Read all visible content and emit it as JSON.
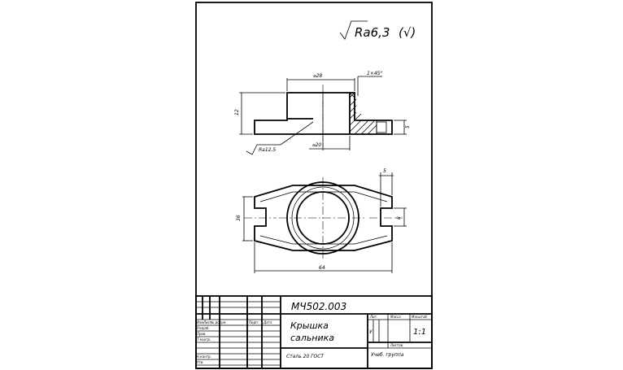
{
  "surface_finish": "Ra6,3",
  "surface_finish_bracket": "(√)",
  "front_view": {
    "dim_top_diameter": "⌀28",
    "dim_bottom_diameter": "⌀20",
    "dim_chamfer": "1×45°",
    "dim_height": "12",
    "dim_flange": "5",
    "roughness_note": "Ra12,5"
  },
  "top_view": {
    "dim_width": "36",
    "dim_slot": "8",
    "dim_length": "64",
    "dim_slot_depth": "5"
  },
  "title_block": {
    "doc_number": "МЧ502.003",
    "part_name_line1": "Крышка",
    "part_name_line2": "сальника",
    "material": "Сталь 20 ГОСТ",
    "sheet_label": "Лит.",
    "mass_label": "Масса",
    "scale_label": "Масштаб",
    "scale_value": "1:1",
    "letter": "У",
    "sheets": "Листов",
    "organization_line1": "Учеб. группа",
    "organization_line2": "",
    "row_labels": [
      "Изм.",
      "Лист",
      "№ докум.",
      "Подп.",
      "Дата"
    ],
    "role_labels": [
      "Разраб.",
      "Пров.",
      "Т.контр.",
      "Н.контр.",
      "Утв."
    ],
    "role_names": [
      "",
      ""
    ]
  }
}
